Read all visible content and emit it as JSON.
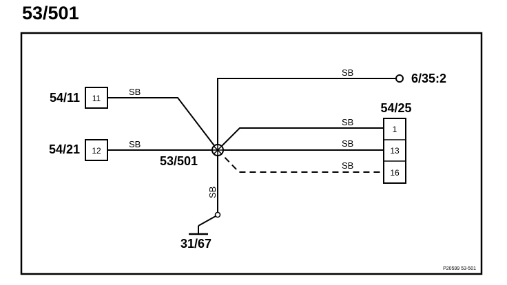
{
  "title": "53/501",
  "splice_label": "53/501",
  "ground_label": "31/67",
  "terminal_label": "6/35:2",
  "connectors": {
    "c5411": {
      "label": "54/11",
      "pin": "11"
    },
    "c5421": {
      "label": "54/21",
      "pin": "12"
    },
    "c5425": {
      "label": "54/25",
      "pins": [
        "1",
        "13",
        "16"
      ]
    }
  },
  "wire_color_labels": {
    "c5411": "SB",
    "c5421": "SB",
    "terminal": "SB",
    "pin1": "SB",
    "pin13": "SB",
    "pin16": "SB",
    "ground": "SB"
  },
  "footer_ref": "P20599  53-501",
  "colors": {
    "ink": "#000000",
    "background": "#ffffff"
  }
}
